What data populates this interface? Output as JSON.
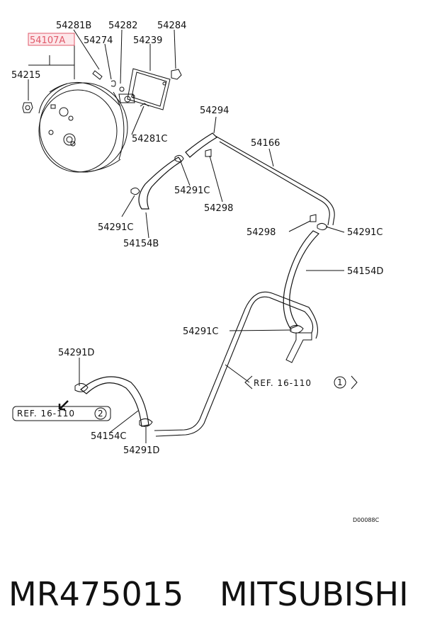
{
  "diagram": {
    "highlight_color": "#e05a6a",
    "labels": {
      "p54281B": "54281B",
      "p54282": "54282",
      "p54284": "54284",
      "p54107A": "54107A",
      "p54274": "54274",
      "p54239": "54239",
      "p54215": "54215",
      "p54294": "54294",
      "p54281C": "54281C",
      "p54166": "54166",
      "p54291C_a": "54291C",
      "p54298_a": "54298",
      "p54291C_b": "54291C",
      "p54154B": "54154B",
      "p54298_b": "54298",
      "p54291C_c": "54291C",
      "p54154D": "54154D",
      "p54291C_d": "54291C",
      "p54291D_a": "54291D",
      "p54154C": "54154C",
      "p54291D_b": "54291D"
    },
    "refs": {
      "ref1_text": "REF. 16-110",
      "ref1_num": "1",
      "ref2_text": "REF. 16-110",
      "ref2_num": "2"
    },
    "drawing_code": "D00088C"
  },
  "footer": {
    "part_number": "MR475015",
    "brand": "MITSUBISHI"
  }
}
